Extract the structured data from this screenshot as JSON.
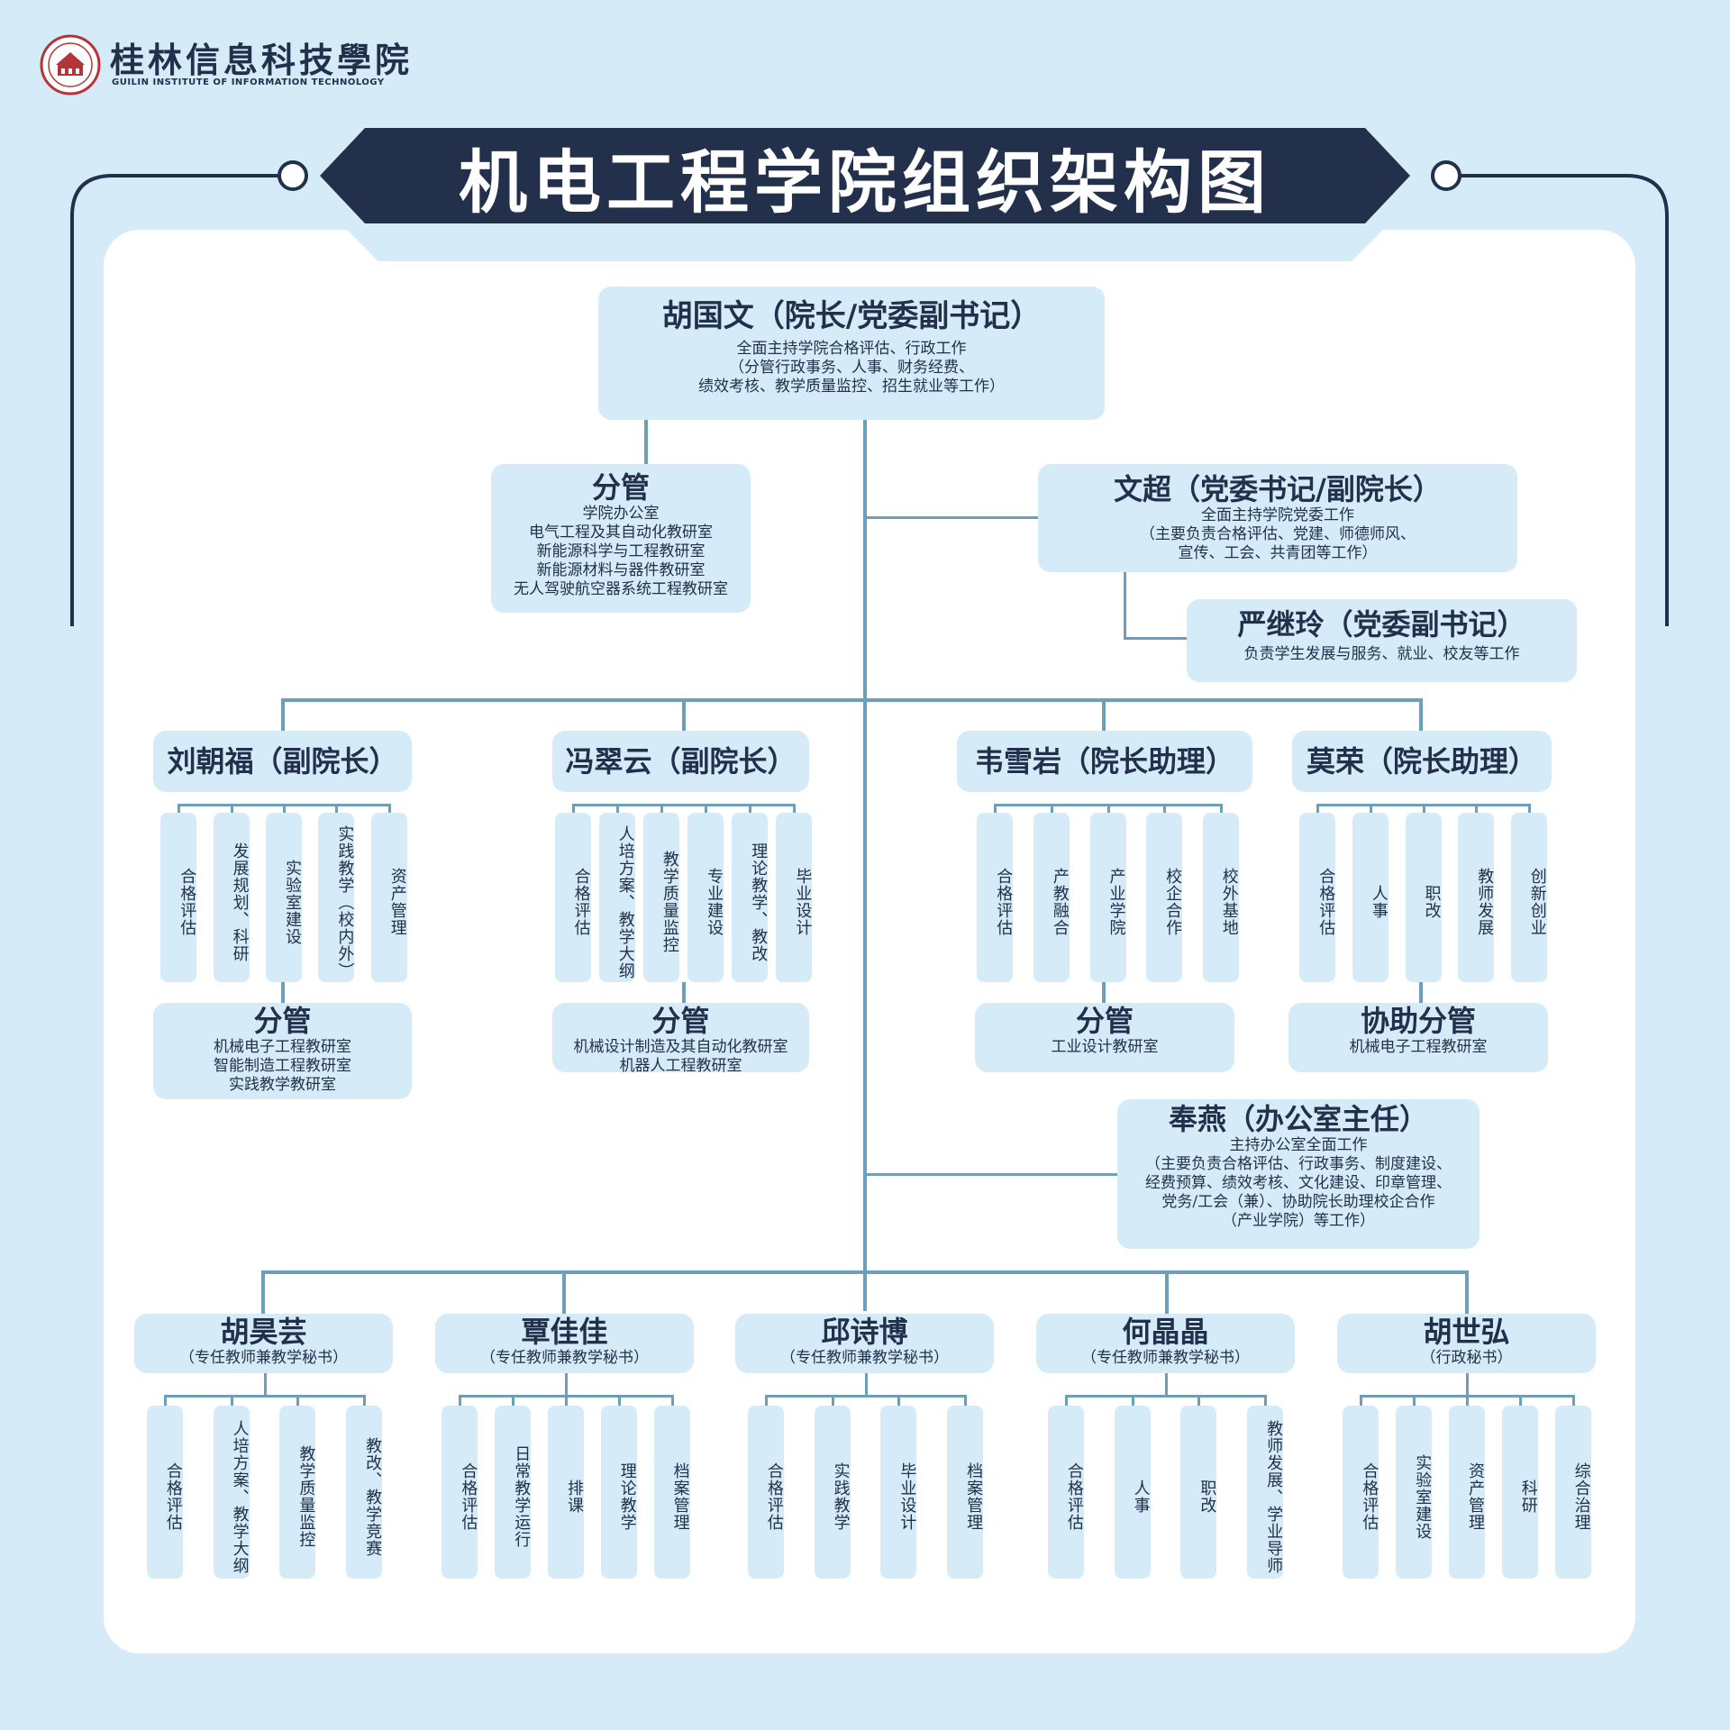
{
  "header": {
    "school_cn": "桂林信息科技學院",
    "school_en": "GUILIN INSTITUTE OF INFORMATION TECHNOLOGY",
    "title": "机电工程学院组织架构图"
  },
  "dean": {
    "name": "胡国文（院长/党委副书记）",
    "desc": "全面主持学院合格评估、行政工作\n（分管行政事务、人事、财务经费、\n绩效考核、教学质量监控、招生就业等工作）"
  },
  "dean_fenguan": {
    "title": "分管",
    "desc": "学院办公室\n电气工程及其自动化教研室\n新能源科学与工程教研室\n新能源材料与器件教研室\n无人驾驶航空器系统工程教研室"
  },
  "secretary": {
    "name": "文超（党委书记/副院长）",
    "desc": "全面主持学院党委工作\n（主要负责合格评估、党建、师德师风、\n宣传、工会、共青团等工作）"
  },
  "deputy_secretary": {
    "name": "严继玲（党委副书记）",
    "desc": "负责学生发展与服务、就业、校友等工作"
  },
  "vice_deans": [
    {
      "name": "刘朝福（副院长）",
      "duties": [
        "合格评估",
        "发展规划、科研",
        "实验室建设",
        "实践教学（校内外）",
        "资产管理"
      ],
      "fen_title": "分管",
      "fen_desc": "机械电子工程教研室\n智能制造工程教研室\n实践教学教研室"
    },
    {
      "name": "冯翠云（副院长）",
      "duties": [
        "合格评估",
        "人培方案、教学大纲",
        "教学质量监控",
        "专业建设",
        "理论教学、教改",
        "毕业设计"
      ],
      "fen_title": "分管",
      "fen_desc": "机械设计制造及其自动化教研室\n机器人工程教研室"
    },
    {
      "name": "韦雪岩（院长助理）",
      "duties": [
        "合格评估",
        "产教融合",
        "产业学院",
        "校企合作",
        "校外基地"
      ],
      "fen_title": "分管",
      "fen_desc": "工业设计教研室"
    },
    {
      "name": "莫荣（院长助理）",
      "duties": [
        "合格评估",
        "人事",
        "职改",
        "教师发展",
        "创新创业"
      ],
      "fen_title": "协助分管",
      "fen_desc": "机械电子工程教研室"
    }
  ],
  "office": {
    "name": "奉燕（办公室主任）",
    "desc": "主持办公室全面工作\n（主要负责合格评估、行政事务、制度建设、\n经费预算、绩效考核、文化建设、印章管理、\n党务/工会（兼）、协助院长助理校企合作\n（产业学院）等工作）"
  },
  "secretaries": [
    {
      "name": "胡昊芸",
      "role": "（专任教师兼教学秘书）",
      "duties": [
        "合格评估",
        "人培方案、教学大纲",
        "教学质量监控",
        "教改、教学竞赛"
      ]
    },
    {
      "name": "覃佳佳",
      "role": "（专任教师兼教学秘书）",
      "duties": [
        "合格评估",
        "日常教学运行",
        "排课",
        "理论教学",
        "档案管理"
      ]
    },
    {
      "name": "邱诗博",
      "role": "（专任教师兼教学秘书）",
      "duties": [
        "合格评估",
        "实践教学",
        "毕业设计",
        "档案管理"
      ]
    },
    {
      "name": "何晶晶",
      "role": "（专任教师兼教学秘书）",
      "duties": [
        "合格评估",
        "人事",
        "职改",
        "教师发展、学业导师"
      ]
    },
    {
      "name": "胡世弘",
      "role": "（行政秘书）",
      "duties": [
        "合格评估",
        "实验室建设",
        "资产管理",
        "科研",
        "综合治理"
      ]
    }
  ],
  "colors": {
    "navy": "#23304b",
    "light": "#d6ebf8",
    "line": "#6d9fba"
  }
}
